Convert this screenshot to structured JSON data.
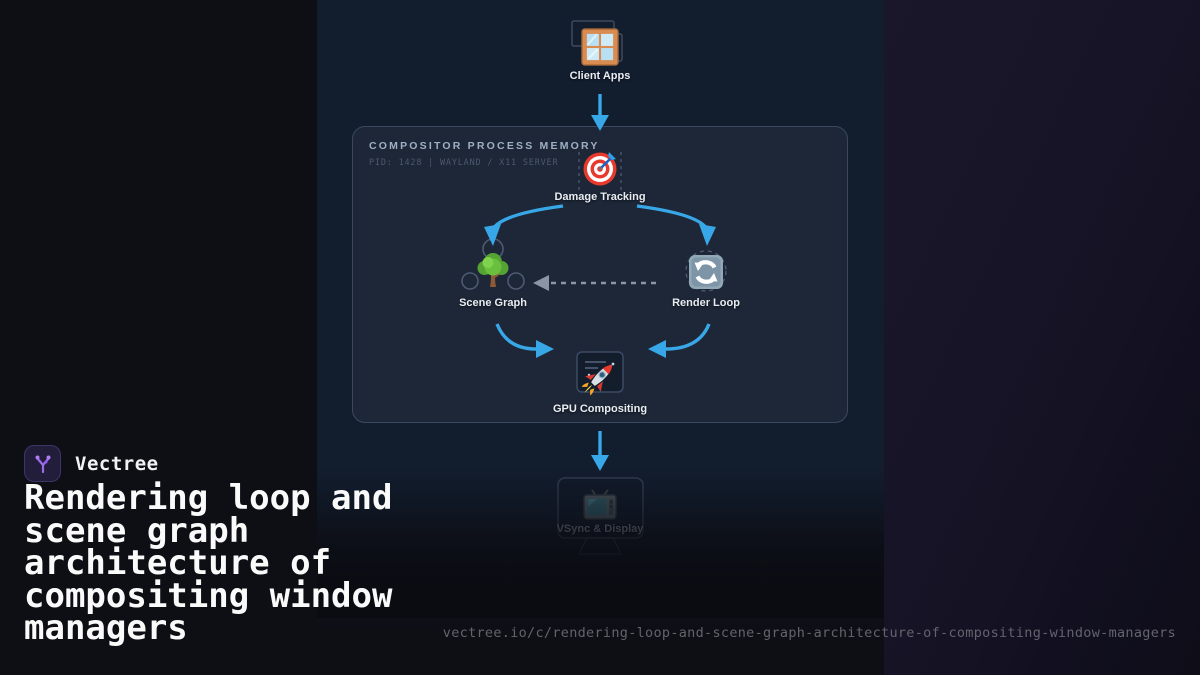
{
  "brand": {
    "name": "Vectree",
    "logo_icon": "vectree-branch-icon"
  },
  "title": {
    "lines": [
      "Rendering loop and",
      "scene graph",
      "architecture of",
      "compositing window",
      "managers"
    ]
  },
  "footer": {
    "url": "vectree.io/c/rendering-loop-and-scene-graph-architecture-of-compositing-window-managers"
  },
  "diagram": {
    "memory_box": {
      "title": "COMPOSITOR PROCESS MEMORY",
      "subtitle": "PID: 1428 | WAYLAND / X11 SERVER"
    },
    "nodes": [
      {
        "id": "client-apps",
        "label": "Client Apps",
        "icon": "window-icon"
      },
      {
        "id": "damage-tracking",
        "label": "Damage Tracking",
        "icon": "dartboard-icon"
      },
      {
        "id": "scene-graph",
        "label": "Scene Graph",
        "icon": "tree-icon"
      },
      {
        "id": "render-loop",
        "label": "Render Loop",
        "icon": "loop-arrows-icon"
      },
      {
        "id": "gpu-compositing",
        "label": "GPU Compositing",
        "icon": "rocket-icon"
      },
      {
        "id": "vsync-display",
        "label": "VSync & Display",
        "icon": "tv-icon"
      }
    ],
    "edges": [
      {
        "from": "client-apps",
        "to": "damage-tracking",
        "style": "solid"
      },
      {
        "from": "damage-tracking",
        "to": "scene-graph",
        "style": "solid"
      },
      {
        "from": "damage-tracking",
        "to": "render-loop",
        "style": "solid"
      },
      {
        "from": "render-loop",
        "to": "scene-graph",
        "style": "dashed"
      },
      {
        "from": "scene-graph",
        "to": "gpu-compositing",
        "style": "solid"
      },
      {
        "from": "render-loop",
        "to": "gpu-compositing",
        "style": "solid"
      },
      {
        "from": "gpu-compositing",
        "to": "vsync-display",
        "style": "solid"
      }
    ]
  },
  "colors": {
    "arrow_accent": "#38a7e8",
    "dashed_edge": "#8b95a5",
    "box_border": "#3b4960",
    "box_fill": "#1d2737",
    "column_bg": "#121d2e",
    "page_bg": "#0e0e15",
    "brand_purple": "#a06ae8",
    "title_text": "#fafafa",
    "url_text": "#63636d"
  }
}
